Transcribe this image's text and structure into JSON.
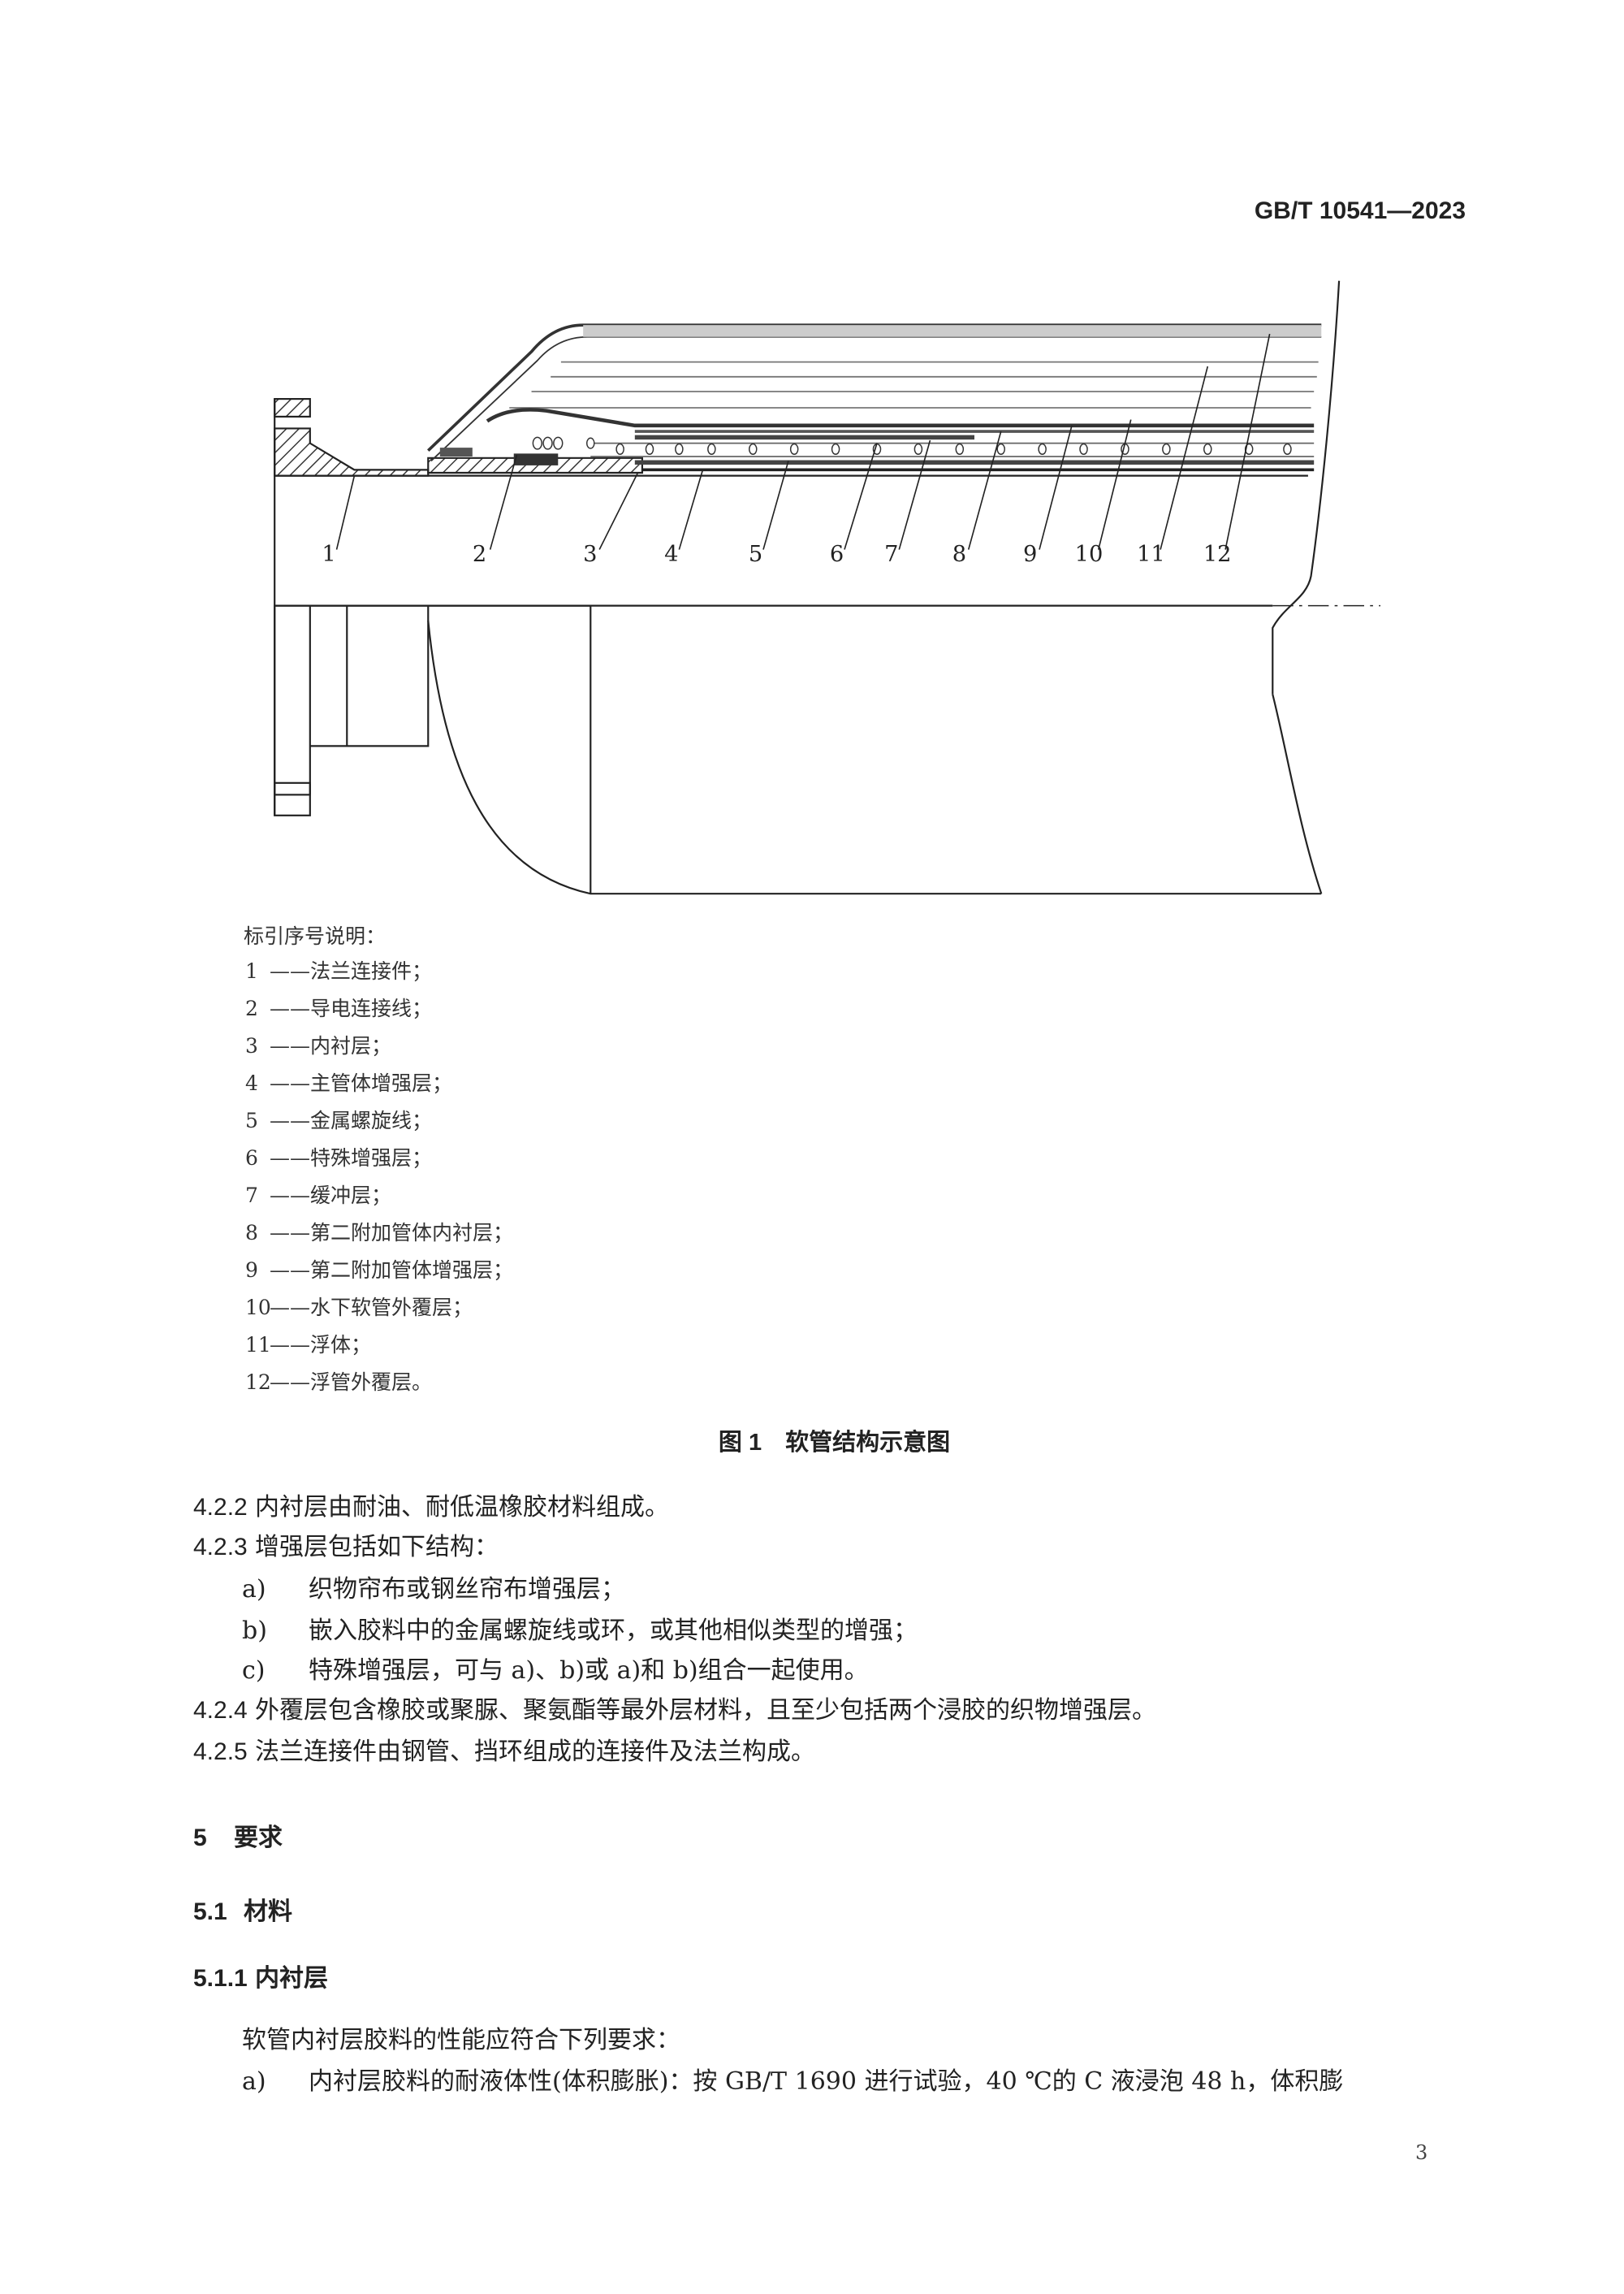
{
  "header": {
    "standard_code": "GB/T 10541—2023"
  },
  "figure": {
    "callouts": [
      "1",
      "2",
      "3",
      "4",
      "5",
      "6",
      "7",
      "8",
      "9",
      "10",
      "11",
      "12"
    ],
    "legend_title": "标引序号说明：",
    "legend": [
      {
        "num": "1",
        "text": "——法兰连接件；"
      },
      {
        "num": "2",
        "text": "——导电连接线；"
      },
      {
        "num": "3",
        "text": "——内衬层；"
      },
      {
        "num": "4",
        "text": "——主管体增强层；"
      },
      {
        "num": "5",
        "text": "——金属螺旋线；"
      },
      {
        "num": "6",
        "text": "——特殊增强层；"
      },
      {
        "num": "7",
        "text": "——缓冲层；"
      },
      {
        "num": "8",
        "text": "——第二附加管体内衬层；"
      },
      {
        "num": "9",
        "text": "——第二附加管体增强层；"
      },
      {
        "num": "10",
        "text": "——水下软管外覆层；"
      },
      {
        "num": "11",
        "text": "——浮体；"
      },
      {
        "num": "12",
        "text": "——浮管外覆层。"
      }
    ],
    "caption": "图 1　软管结构示意图"
  },
  "clauses": [
    {
      "num": "4.2.2",
      "text": "内衬层由耐油、耐低温橡胶材料组成。"
    },
    {
      "num": "4.2.3",
      "text": "增强层包括如下结构："
    },
    {
      "num": "a)",
      "text": "织物帘布或钢丝帘布增强层；"
    },
    {
      "num": "b)",
      "text": "嵌入胶料中的金属螺旋线或环，或其他相似类型的增强；"
    },
    {
      "num": "c)",
      "text": "特殊增强层，可与 a)、b)或 a)和 b)组合一起使用。"
    },
    {
      "num": "4.2.4",
      "text": "外覆层包含橡胶或聚脲、聚氨酯等最外层材料，且至少包括两个浸胶的织物增强层。"
    },
    {
      "num": "4.2.5",
      "text": "法兰连接件由钢管、挡环组成的连接件及法兰构成。"
    }
  ],
  "section5": {
    "num": "5",
    "title": "要求"
  },
  "section51": {
    "num": "5.1",
    "title": "材料"
  },
  "section511": {
    "num": "5.1.1",
    "title": "内衬层"
  },
  "para": "软管内衬层胶料的性能应符合下列要求：",
  "item_a": {
    "num": "a)",
    "text": "内衬层胶料的耐液体性(体积膨胀)：按 GB/T 1690 进行试验，40 ℃的 C 液浸泡 48 h，体积膨"
  },
  "page_number": "3"
}
